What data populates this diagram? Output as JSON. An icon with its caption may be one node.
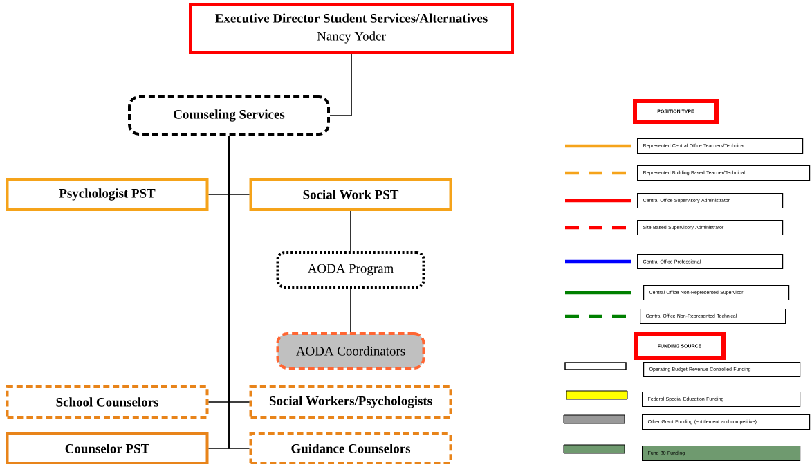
{
  "diagram": {
    "nodes": [
      {
        "text": [
          "Executive Director Student Services/Alternatives",
          "Nancy Yoder"
        ]
      },
      {
        "text": [
          "Counseling Services"
        ]
      },
      {
        "text": [
          "Psychologist PST"
        ]
      },
      {
        "text": [
          "Social Work PST"
        ]
      },
      {
        "text": [
          "AODA Program"
        ]
      },
      {
        "text": [
          "AODA Coordinators"
        ]
      },
      {
        "text": [
          "School Counselors"
        ]
      },
      {
        "text": [
          "Social Workers/Psychologists"
        ]
      },
      {
        "text": [
          "Counselor PST"
        ]
      },
      {
        "text": [
          "Guidance Counselors"
        ]
      }
    ],
    "edges": [
      {
        "from": 0,
        "to": 1,
        "arrow": "none"
      },
      {
        "from": 1,
        "to": 2,
        "arrow": "none"
      },
      {
        "from": 1,
        "to": 3,
        "arrow": "none"
      },
      {
        "from": 3,
        "to": 4,
        "arrow": "none"
      },
      {
        "from": 4,
        "to": 5,
        "arrow": "none"
      },
      {
        "from": 1,
        "to": 6,
        "arrow": "none"
      },
      {
        "from": 1,
        "to": 7,
        "arrow": "none"
      },
      {
        "from": 1,
        "to": 8,
        "arrow": "none"
      },
      {
        "from": 1,
        "to": 9,
        "arrow": "none"
      }
    ],
    "labels": [
      "POSITION TYPE",
      "FUNDING SOURCE"
    ],
    "legend": [
      {
        "text": "Represented Central Office Teachers/Technical"
      },
      {
        "text": "Represented Building Based Teacher/Technical"
      },
      {
        "text": "Central Office Supervisory Administrator"
      },
      {
        "text": "Site Based Supervisory Administrator"
      },
      {
        "text": "Central Office Professional"
      },
      {
        "text": "Central Office Non-Represented Supervisor"
      },
      {
        "text": "Central Office Non-Represented Technical"
      },
      {
        "text": "Operating Budget Revenue Controlled Funding"
      },
      {
        "text": "Federal Special Education Funding",
        "color": "#ffff00"
      },
      {
        "text": "Other Grant Funding (entitlement and competitive)",
        "color": "#999999"
      },
      {
        "text": "Fund 80 Funding",
        "color": "#6f9a6f"
      }
    ]
  }
}
